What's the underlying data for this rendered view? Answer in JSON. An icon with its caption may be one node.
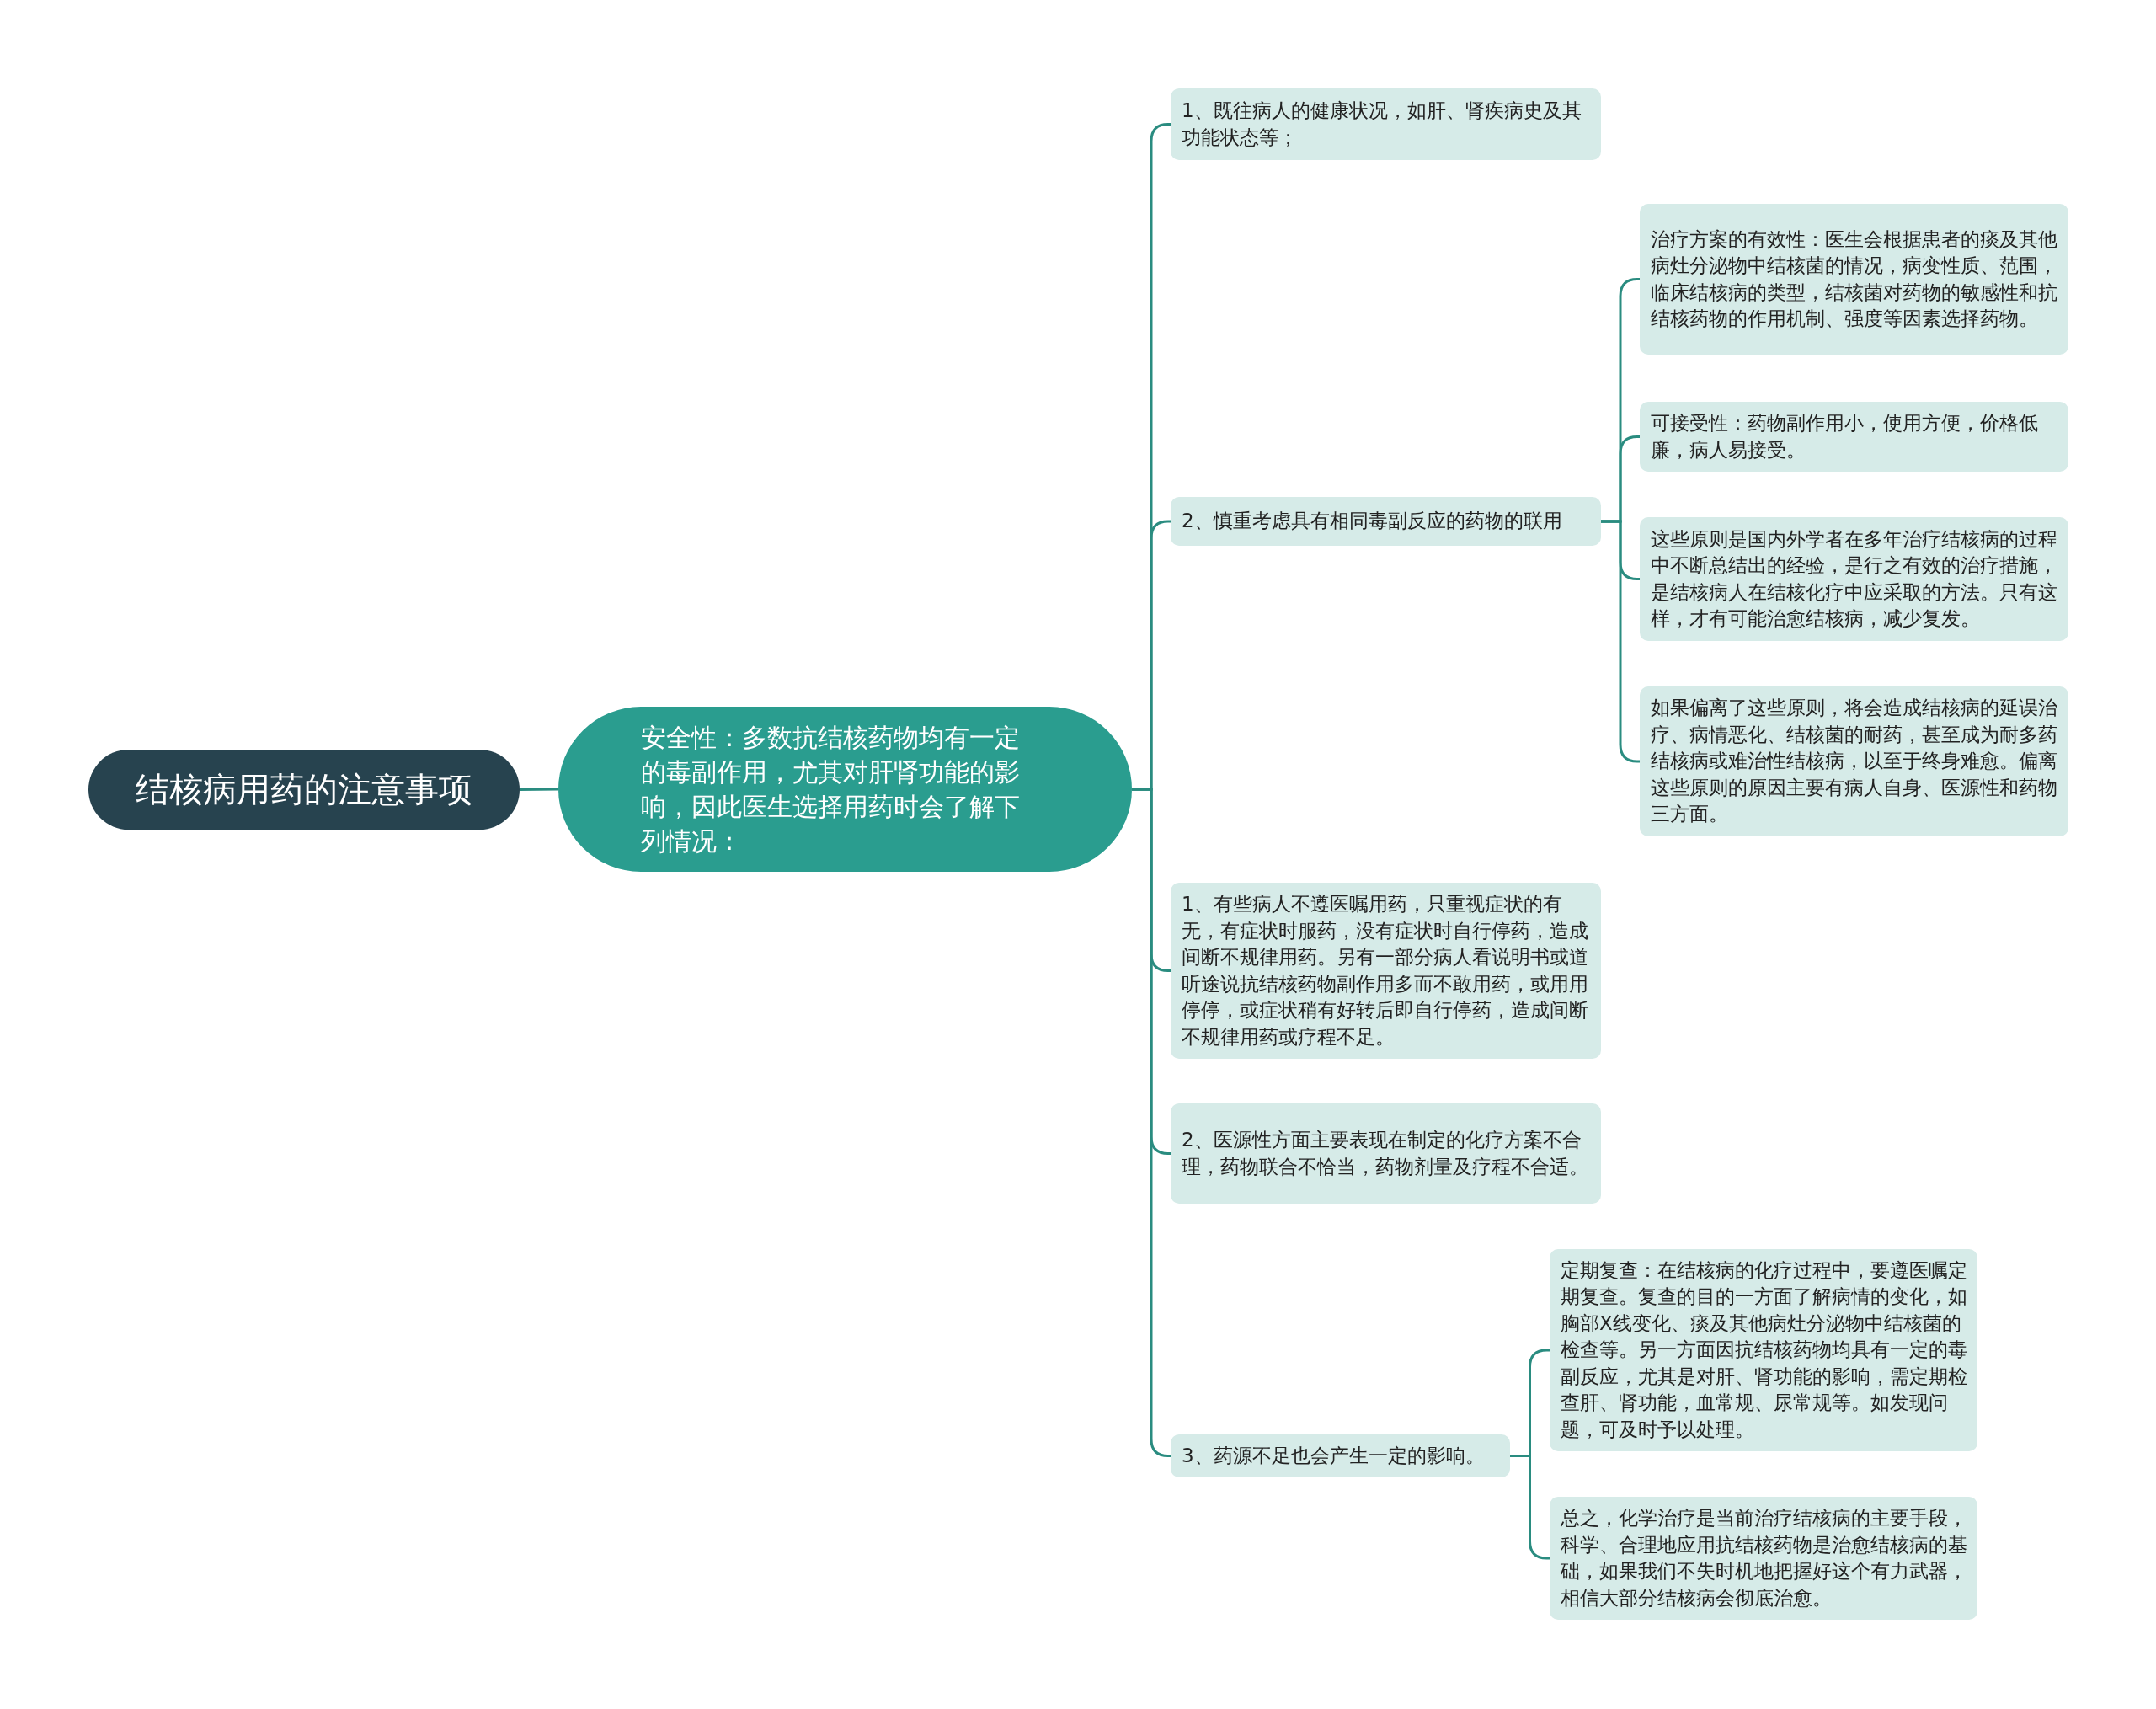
{
  "diagram": {
    "nodes": [
      {
        "text": [
          "结核病用药的注意事项"
        ]
      },
      {
        "text": [
          "安全性：多数抗结核药物均有一定的毒副作用，尤其对肝肾功能的影响，因此医生选择用药时会了解下列情况："
        ]
      },
      {
        "text": [
          "1、既往病人的健康状况，如肝、肾疾病史及其功能状态等；"
        ]
      },
      {
        "text": [
          "2、慎重考虑具有相同毒副反应的药物的联用"
        ]
      },
      {
        "text": [
          "治疗方案的有效性：医生会根据患者的痰及其他病灶分泌物中结核菌的情况，病变性质、范围，临床结核病的类型，结核菌对药物的敏感性和抗结核药物的作用机制、强度等因素选择药物。"
        ]
      },
      {
        "text": [
          "可接受性：药物副作用小，使用方便，价格低廉，病人易接受。"
        ]
      },
      {
        "text": [
          "这些原则是国内外学者在多年治疗结核病的过程中不断总结出的经验，是行之有效的治疗措施，是结核病人在结核化疗中应采取的方法。只有这样，才有可能治愈结核病，减少复发。"
        ]
      },
      {
        "text": [
          "如果偏离了这些原则，将会造成结核病的延误治疗、病情恶化、结核菌的耐药，甚至成为耐多药结核病或难治性结核病，以至于终身难愈。偏离这些原则的原因主要有病人自身、医源性和药物三方面。"
        ]
      },
      {
        "text": [
          "1、有些病人不遵医嘱用药，只重视症状的有无，有症状时服药，没有症状时自行停药，造成间断不规律用药。另有一部分病人看说明书或道听途说抗结核药物副作用多而不敢用药，或用用停停，或症状稍有好转后即自行停药，造成间断不规律用药或疗程不足。"
        ]
      },
      {
        "text": [
          "2、医源性方面主要表现在制定的化疗方案不合理，药物联合不恰当，药物剂量及疗程不合适。"
        ]
      },
      {
        "text": [
          "3、药源不足也会产生一定的影响。"
        ]
      },
      {
        "text": [
          "定期复查：在结核病的化疗过程中，要遵医嘱定期复查。复查的目的一方面了解病情的变化，如胸部X线变化、痰及其他病灶分泌物中结核菌的检查等。另一方面因抗结核药物均具有一定的毒副反应，尤其是对肝、肾功能的影响，需定期检查肝、肾功能，血常规、尿常规等。如发现问题，可及时予以处理。"
        ]
      },
      {
        "text": [
          "总之，化学治疗是当前治疗结核病的主要手段，科学、合理地应用抗结核药物是治愈结核病的基础，如果我们不失时机地把握好这个有力武器，相信大部分结核病会彻底治愈。"
        ]
      }
    ],
    "edges": [
      {
        "from": 0,
        "to": 1,
        "arrow": "none"
      },
      {
        "from": 1,
        "to": 2,
        "arrow": "none"
      },
      {
        "from": 1,
        "to": 3,
        "arrow": "none"
      },
      {
        "from": 1,
        "to": 8,
        "arrow": "none"
      },
      {
        "from": 1,
        "to": 9,
        "arrow": "none"
      },
      {
        "from": 1,
        "to": 10,
        "arrow": "none"
      },
      {
        "from": 3,
        "to": 4,
        "arrow": "none"
      },
      {
        "from": 3,
        "to": 5,
        "arrow": "none"
      },
      {
        "from": 3,
        "to": 6,
        "arrow": "none"
      },
      {
        "from": 3,
        "to": 7,
        "arrow": "none"
      },
      {
        "from": 10,
        "to": 11,
        "arrow": "none"
      },
      {
        "from": 10,
        "to": 12,
        "arrow": "none"
      }
    ]
  }
}
